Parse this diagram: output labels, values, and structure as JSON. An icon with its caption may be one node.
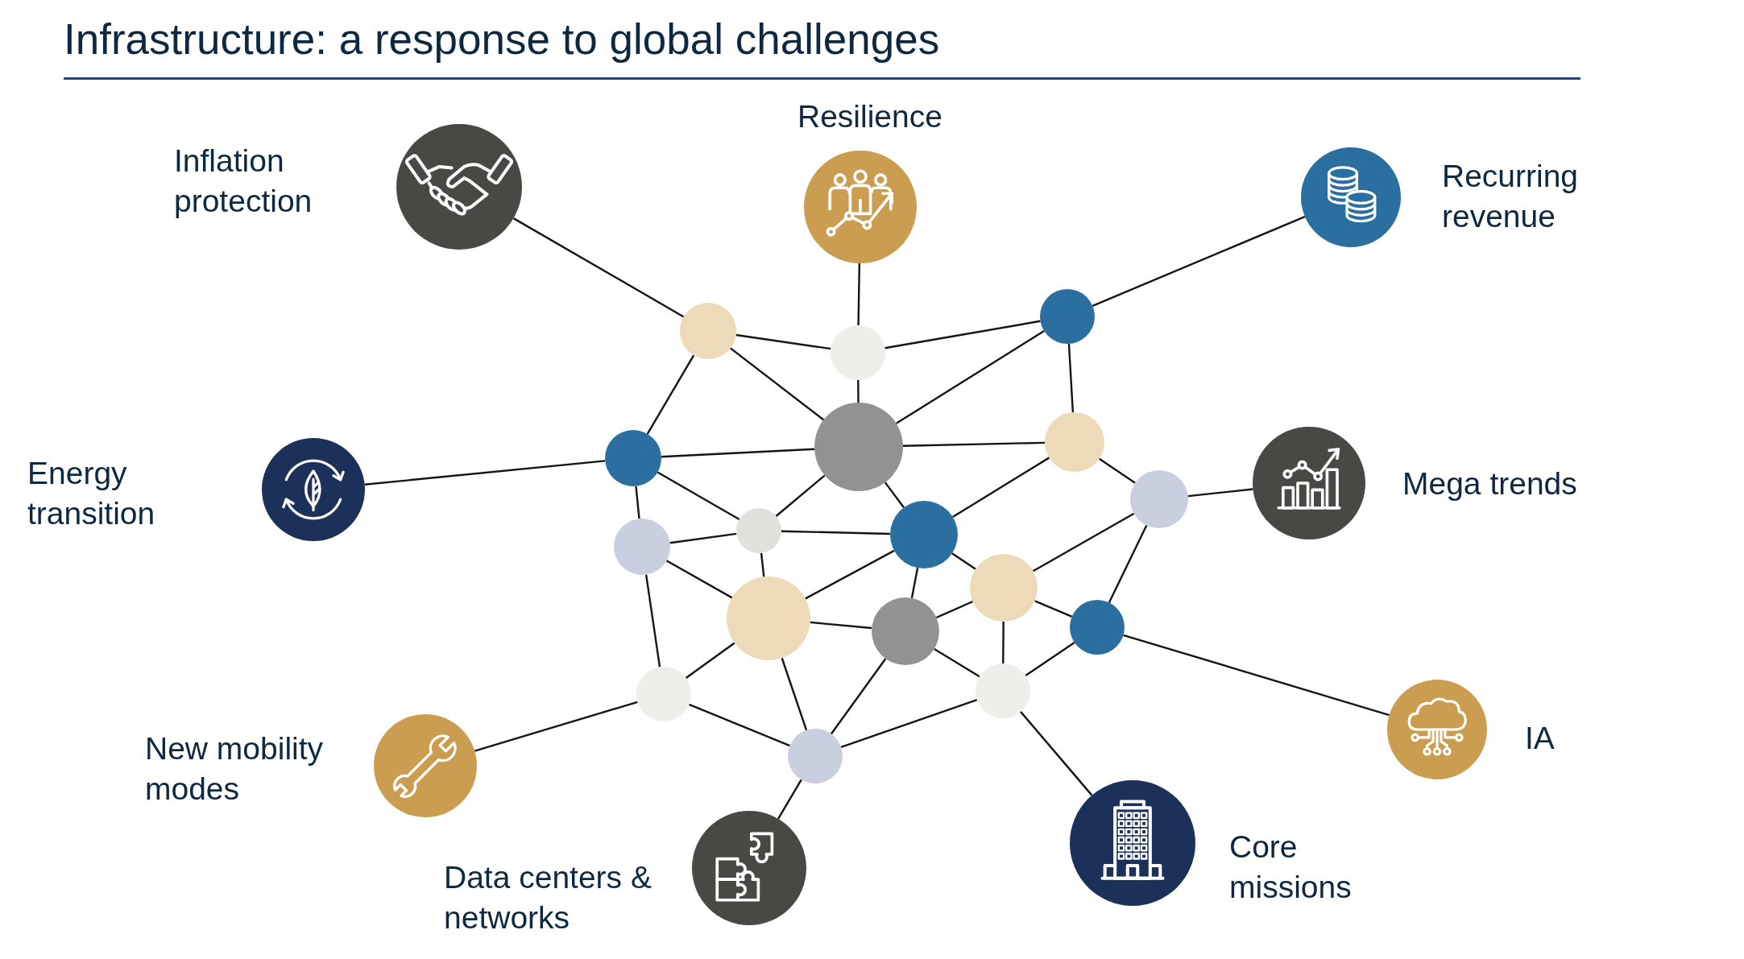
{
  "diagram": {
    "title": "Infrastructure: a response to global challenges",
    "nodes": [
      {
        "text": [
          "Inflation protection"
        ]
      },
      {
        "text": [
          "Resilience"
        ]
      },
      {
        "text": [
          "Recurring revenue"
        ]
      },
      {
        "text": [],
        "shape": "circle"
      },
      {
        "text": [],
        "shape": "circle"
      },
      {
        "text": [],
        "shape": "circle"
      },
      {
        "text": [
          "Energy transition"
        ]
      },
      {
        "text": [],
        "shape": "circle"
      },
      {
        "text": [],
        "shape": "circle"
      },
      {
        "text": [],
        "shape": "circle"
      },
      {
        "text": [],
        "shape": "circle"
      },
      {
        "text": [
          "Mega trends"
        ]
      },
      {
        "text": [],
        "shape": "circle"
      },
      {
        "text": [],
        "shape": "circle"
      },
      {
        "text": [],
        "shape": "circle"
      },
      {
        "text": [],
        "shape": "circle"
      },
      {
        "text": [],
        "shape": "circle"
      },
      {
        "text": [],
        "shape": "circle"
      },
      {
        "text": [],
        "shape": "circle"
      },
      {
        "text": [],
        "shape": "circle"
      },
      {
        "text": [],
        "shape": "circle"
      },
      {
        "text": [
          "New mobility modes"
        ]
      },
      {
        "text": [],
        "shape": "circle"
      },
      {
        "text": [
          "IA"
        ]
      },
      {
        "text": [
          "Data centers & networks"
        ]
      },
      {
        "text": [
          "Core missions"
        ]
      }
    ],
    "edges": [
      {
        "from": 0,
        "to": 3,
        "arrow": "none"
      },
      {
        "from": 1,
        "to": 4,
        "arrow": "none"
      },
      {
        "from": 2,
        "to": 5,
        "arrow": "none"
      },
      {
        "from": 3,
        "to": 4,
        "arrow": "none"
      },
      {
        "from": 3,
        "to": 8,
        "arrow": "none"
      },
      {
        "from": 3,
        "to": 7,
        "arrow": "none"
      },
      {
        "from": 4,
        "to": 5,
        "arrow": "none"
      },
      {
        "from": 4,
        "to": 8,
        "arrow": "none"
      },
      {
        "from": 5,
        "to": 8,
        "arrow": "none"
      },
      {
        "from": 5,
        "to": 9,
        "arrow": "none"
      },
      {
        "from": 6,
        "to": 7,
        "arrow": "none"
      },
      {
        "from": 7,
        "to": 8,
        "arrow": "none"
      },
      {
        "from": 7,
        "to": 13,
        "arrow": "none"
      },
      {
        "from": 7,
        "to": 12,
        "arrow": "none"
      },
      {
        "from": 8,
        "to": 9,
        "arrow": "none"
      },
      {
        "from": 8,
        "to": 13,
        "arrow": "none"
      },
      {
        "from": 8,
        "to": 14,
        "arrow": "none"
      },
      {
        "from": 9,
        "to": 14,
        "arrow": "none"
      },
      {
        "from": 9,
        "to": 10,
        "arrow": "none"
      },
      {
        "from": 10,
        "to": 11,
        "arrow": "none"
      },
      {
        "from": 10,
        "to": 17,
        "arrow": "none"
      },
      {
        "from": 10,
        "to": 18,
        "arrow": "none"
      },
      {
        "from": 12,
        "to": 13,
        "arrow": "none"
      },
      {
        "from": 12,
        "to": 15,
        "arrow": "none"
      },
      {
        "from": 12,
        "to": 19,
        "arrow": "none"
      },
      {
        "from": 13,
        "to": 14,
        "arrow": "none"
      },
      {
        "from": 13,
        "to": 15,
        "arrow": "none"
      },
      {
        "from": 14,
        "to": 15,
        "arrow": "none"
      },
      {
        "from": 14,
        "to": 16,
        "arrow": "none"
      },
      {
        "from": 14,
        "to": 17,
        "arrow": "none"
      },
      {
        "from": 15,
        "to": 16,
        "arrow": "none"
      },
      {
        "from": 15,
        "to": 19,
        "arrow": "none"
      },
      {
        "from": 15,
        "to": 22,
        "arrow": "none"
      },
      {
        "from": 16,
        "to": 17,
        "arrow": "none"
      },
      {
        "from": 16,
        "to": 20,
        "arrow": "none"
      },
      {
        "from": 16,
        "to": 22,
        "arrow": "none"
      },
      {
        "from": 17,
        "to": 18,
        "arrow": "none"
      },
      {
        "from": 17,
        "to": 20,
        "arrow": "none"
      },
      {
        "from": 18,
        "to": 20,
        "arrow": "none"
      },
      {
        "from": 18,
        "to": 23,
        "arrow": "none"
      },
      {
        "from": 19,
        "to": 21,
        "arrow": "none"
      },
      {
        "from": 19,
        "to": 22,
        "arrow": "none"
      },
      {
        "from": 22,
        "to": 24,
        "arrow": "none"
      },
      {
        "from": 20,
        "to": 25,
        "arrow": "none"
      },
      {
        "from": 22,
        "to": 20,
        "arrow": "none"
      }
    ]
  }
}
